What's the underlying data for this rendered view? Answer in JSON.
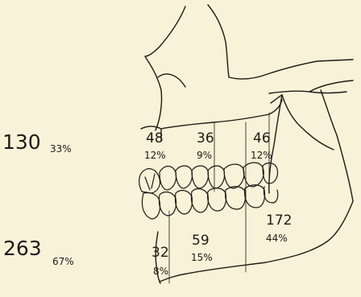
{
  "figure": {
    "totals": {
      "upper": {
        "count": "130",
        "percent": "33%"
      },
      "lower": {
        "count": "263",
        "percent": "67%"
      }
    },
    "upper_regions": {
      "anterior": {
        "count": "48",
        "percent": "12%"
      },
      "middle": {
        "count": "36",
        "percent": "9%"
      },
      "posterior": {
        "count": "46",
        "percent": "12%"
      }
    },
    "lower_regions": {
      "anterior": {
        "count": "32",
        "percent": "8%"
      },
      "middle": {
        "count": "59",
        "percent": "15%"
      },
      "posterior": {
        "count": "172",
        "percent": "44%"
      }
    }
  }
}
